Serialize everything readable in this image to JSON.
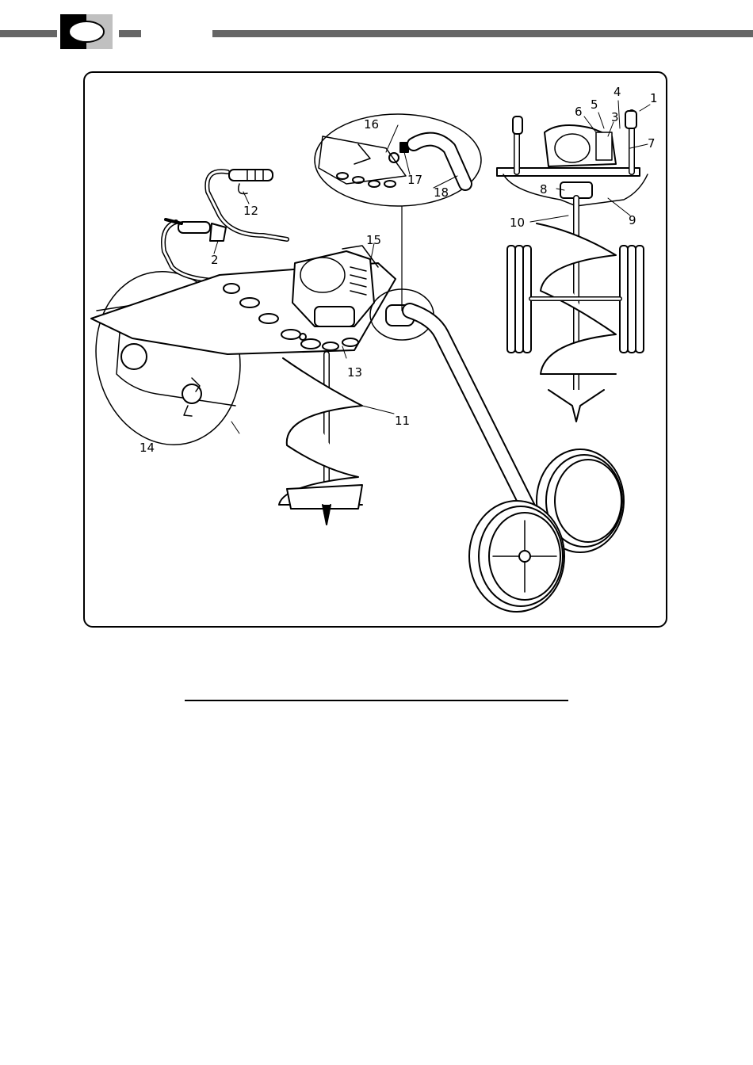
{
  "header": {
    "colors": {
      "bar": "#666666",
      "badge_black": "#000000",
      "badge_gray": "#c0c0c0"
    }
  },
  "diagram": {
    "callouts": [
      {
        "id": "1",
        "text": "1"
      },
      {
        "id": "2",
        "text": "2"
      },
      {
        "id": "3",
        "text": "3"
      },
      {
        "id": "4",
        "text": "4"
      },
      {
        "id": "5",
        "text": "5"
      },
      {
        "id": "6",
        "text": "6"
      },
      {
        "id": "7",
        "text": "7"
      },
      {
        "id": "8",
        "text": "8"
      },
      {
        "id": "9",
        "text": "9"
      },
      {
        "id": "10",
        "text": "10"
      },
      {
        "id": "11",
        "text": "11"
      },
      {
        "id": "12",
        "text": "12"
      },
      {
        "id": "13",
        "text": "13"
      },
      {
        "id": "14",
        "text": "14"
      },
      {
        "id": "15",
        "text": "15"
      },
      {
        "id": "16",
        "text": "16"
      },
      {
        "id": "17",
        "text": "17"
      },
      {
        "id": "18",
        "text": "18"
      }
    ]
  }
}
